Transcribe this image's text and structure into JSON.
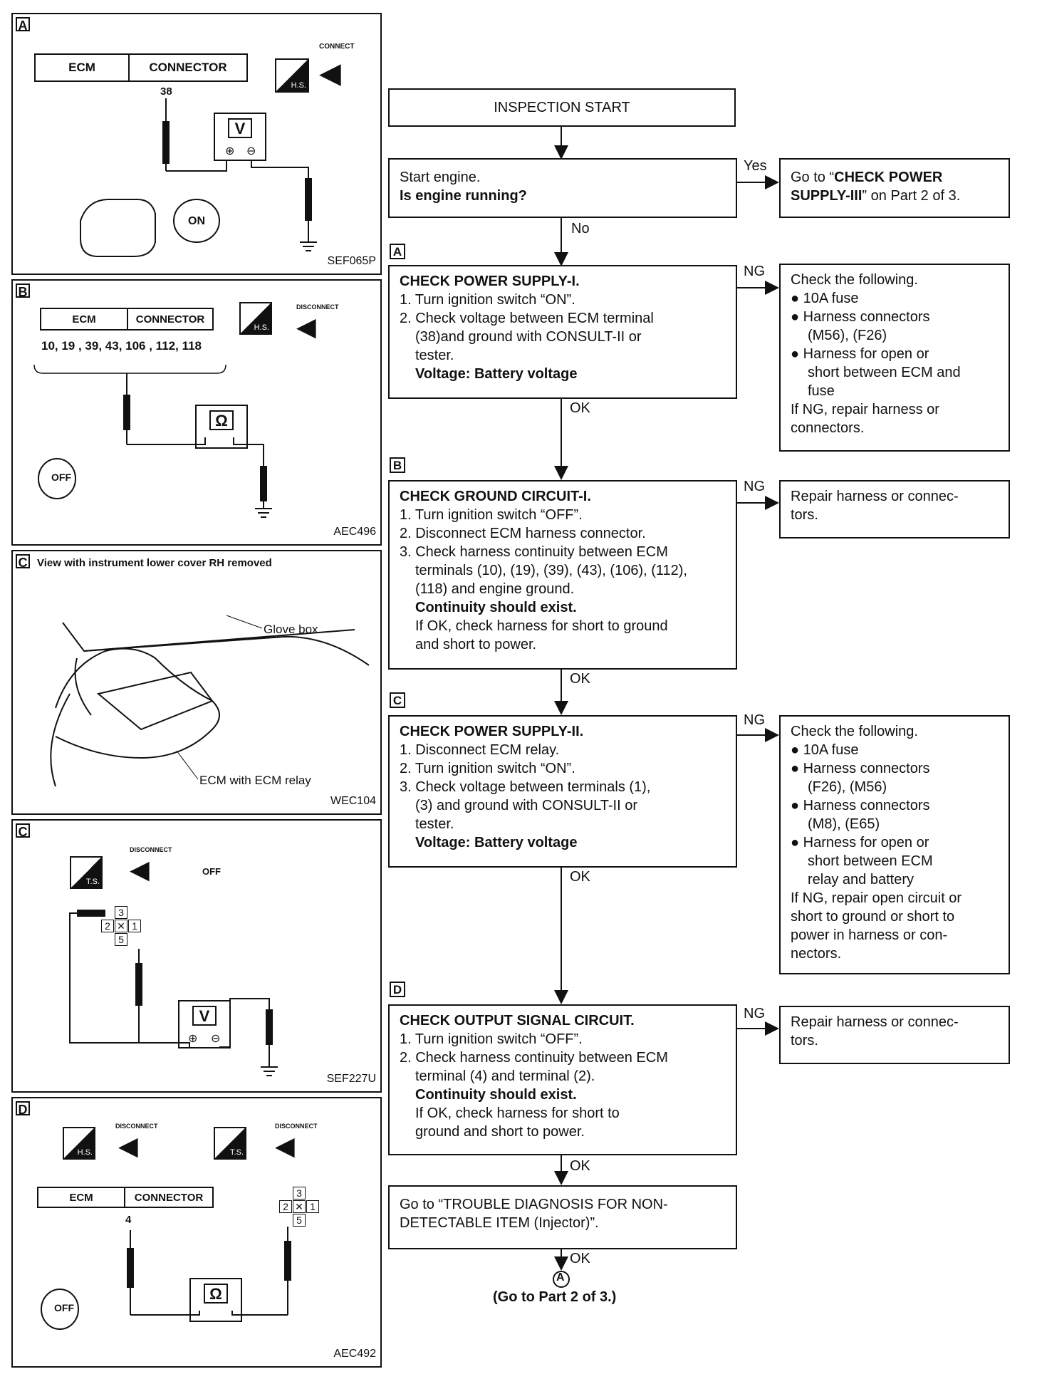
{
  "panels": {
    "A": {
      "label": "A",
      "connector_left": "ECM",
      "connector_right": "CONNECTOR",
      "terminal": "38",
      "meter": "V",
      "code": "SEF065P",
      "mode_small": "H.S.",
      "action": "CONNECT",
      "switch": "ON"
    },
    "B": {
      "label": "B",
      "connector_left": "ECM",
      "connector_right": "CONNECTOR",
      "terminal": "10, 19 , 39, 43, 106 , 112, 118",
      "meter": "Ω",
      "code": "AEC496",
      "mode_small": "H.S.",
      "action": "DISCONNECT",
      "switch": "OFF"
    },
    "C1": {
      "label": "C",
      "caption": "View with instrument lower cover RH removed",
      "glove_box": "Glove box",
      "ecm_relay": "ECM with ECM relay",
      "code": "WEC104"
    },
    "C2": {
      "label": "C",
      "meter": "V",
      "code": "SEF227U",
      "mode_small": "T.S.",
      "action": "DISCONNECT",
      "switch": "OFF",
      "pins": [
        "3",
        "2",
        "1",
        "5"
      ]
    },
    "D": {
      "label": "D",
      "connector_left": "ECM",
      "connector_right": "CONNECTOR",
      "terminal": "4",
      "meter": "Ω",
      "code": "AEC492",
      "mode_small_1": "H.S.",
      "mode_small_2": "T.S.",
      "action_1": "DISCONNECT",
      "action_2": "DISCONNECT",
      "switch": "OFF",
      "pins": [
        "3",
        "2",
        "1",
        "5"
      ]
    }
  },
  "flow": {
    "start": "INSPECTION START",
    "engine": {
      "line1": "Start engine.",
      "line2": "Is engine running?"
    },
    "yes": "Yes",
    "no": "No",
    "goto_power3": {
      "line1": "Go to “",
      "bold": "CHECK POWER SUPPLY-III",
      "line2": "” on Part 2 of 3."
    },
    "stepA": {
      "marker": "A",
      "title": "CHECK POWER SUPPLY-I.",
      "s1": "1. Turn ignition switch “ON”.",
      "s2": "2. Check voltage between ECM terminal",
      "s2b": "(38)and ground with CONSULT-II or",
      "s2c": "tester.",
      "result": "Voltage: Battery voltage"
    },
    "ngA": [
      "Check the following.",
      "● 10A fuse",
      "● Harness connectors",
      "(M56), (F26)",
      "● Harness for open or",
      "short between ECM and",
      "fuse",
      "If NG, repair harness or",
      "connectors."
    ],
    "stepB": {
      "marker": "B",
      "title": "CHECK GROUND CIRCUIT-I.",
      "s1": "1. Turn ignition switch “OFF”.",
      "s2": "2. Disconnect ECM harness connector.",
      "s3": "3. Check harness continuity between ECM",
      "s3b": "terminals (10), (19), (39), (43), (106), (112),",
      "s3c": "(118) and engine ground.",
      "result": "Continuity should exist.",
      "extra1": "If OK, check harness for short to ground",
      "extra2": "and short to power."
    },
    "ngB": [
      "Repair harness or connec-",
      "tors."
    ],
    "stepC": {
      "marker": "C",
      "title": "CHECK POWER SUPPLY-II.",
      "s1": "1. Disconnect ECM relay.",
      "s2": "2. Turn ignition switch “ON”.",
      "s3": "3. Check voltage between terminals (1),",
      "s3b": "(3) and ground with CONSULT-II or",
      "s3c": "tester.",
      "result": "Voltage: Battery voltage"
    },
    "ngC": [
      "Check the following.",
      "● 10A fuse",
      "● Harness connectors",
      "(F26), (M56)",
      "● Harness connectors",
      "(M8), (E65)",
      "● Harness for open or",
      "short between ECM",
      "relay and battery",
      "If NG, repair open circuit or",
      "short to ground or short to",
      "power in harness or con-",
      "nectors."
    ],
    "stepD": {
      "marker": "D",
      "title": "CHECK OUTPUT SIGNAL CIRCUIT.",
      "s1": "1. Turn ignition switch “OFF”.",
      "s2": "2. Check harness continuity between ECM",
      "s2b": "terminal (4) and terminal (2).",
      "result": "Continuity should exist.",
      "extra1": "If OK, check harness for short to",
      "extra2": "ground and short to power."
    },
    "ngD": [
      "Repair harness or connec-",
      "tors."
    ],
    "final": {
      "line1": "Go to “TROUBLE DIAGNOSIS FOR NON-",
      "line2": "DETECTABLE ITEM (Injector)”."
    },
    "ok": "OK",
    "ng": "NG",
    "end_marker": "A",
    "end_text": "(Go to Part 2 of 3.)"
  }
}
